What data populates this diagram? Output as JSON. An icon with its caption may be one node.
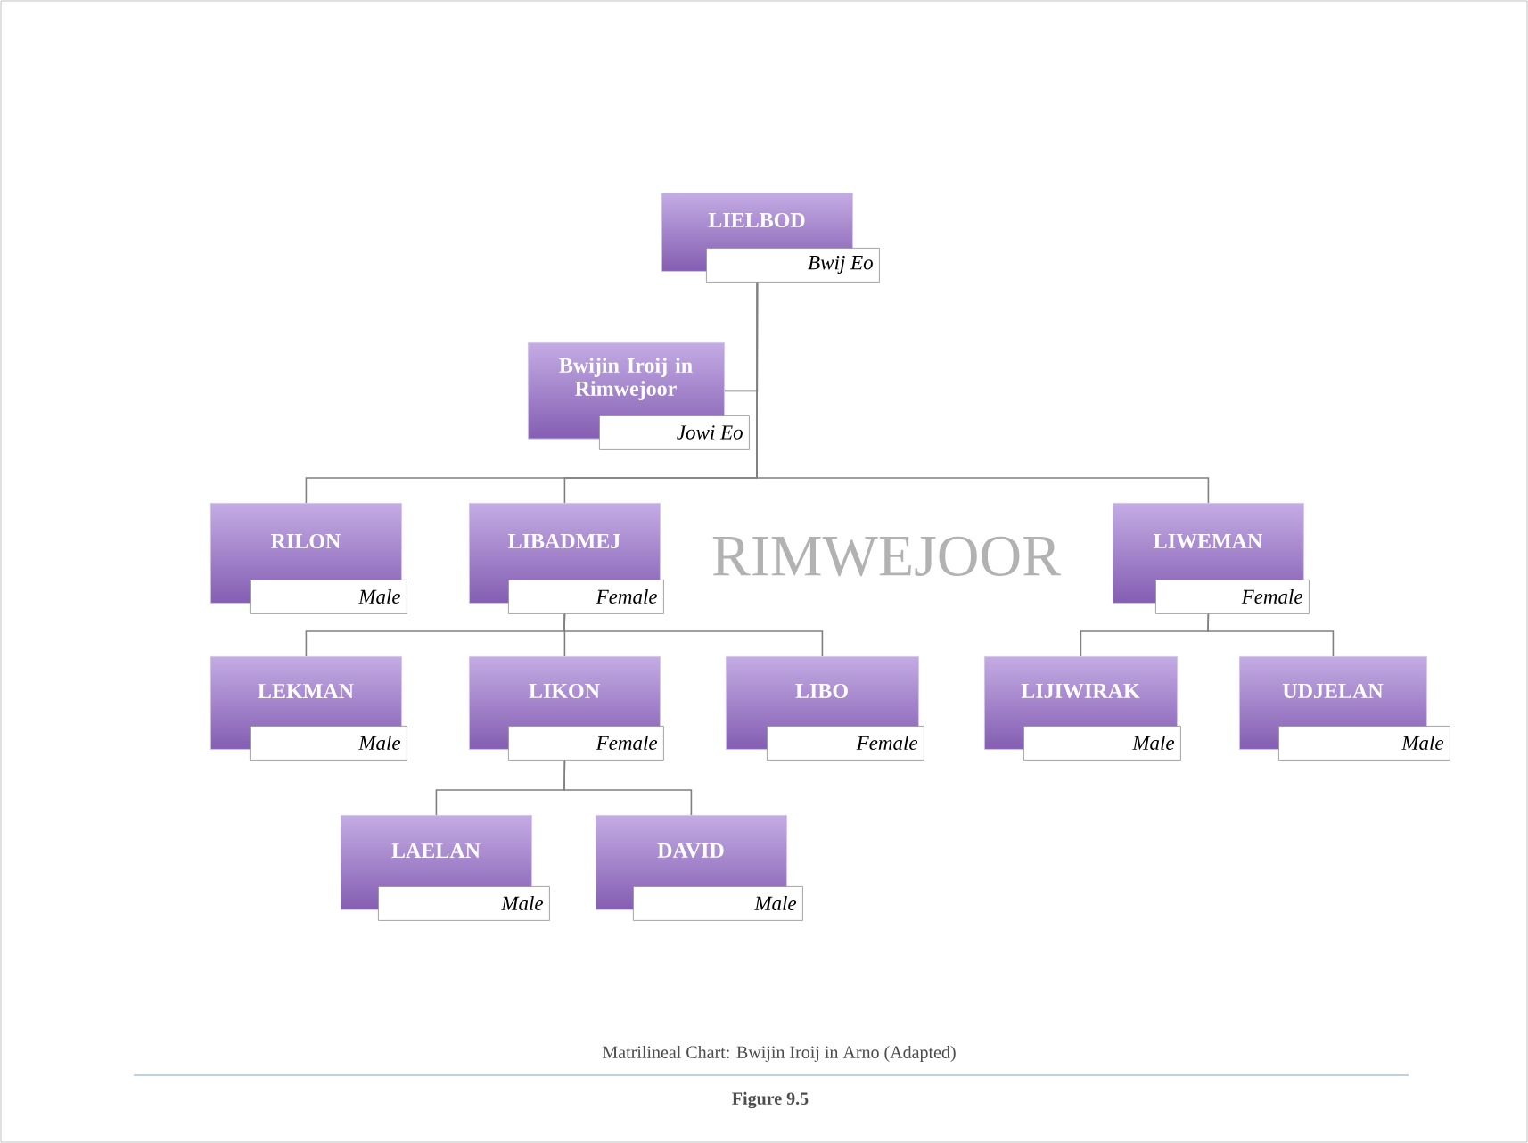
{
  "diagram": {
    "caption": "Matrilineal Chart: Bwijin Iroij in Arno (Adapted)",
    "nodes": [
      {
        "text": [
          "LIELBOD",
          "Bwij Eo"
        ]
      },
      {
        "text": [
          "Bwijin Iroij in Rimwejoor",
          "Jowi Eo"
        ]
      },
      {
        "text": [
          "RILON",
          "Male"
        ]
      },
      {
        "text": [
          "LIBADMEJ",
          "Female"
        ]
      },
      {
        "text": [
          "LIWEMAN",
          "Female"
        ]
      },
      {
        "text": [
          "LEKMAN",
          "Male"
        ]
      },
      {
        "text": [
          "LIKON",
          "Female"
        ]
      },
      {
        "text": [
          "LIBO",
          "Female"
        ]
      },
      {
        "text": [
          "LIJIWIRAK",
          "Male"
        ]
      },
      {
        "text": [
          "UDJELAN",
          "Male"
        ]
      },
      {
        "text": [
          "LAELAN",
          "Male"
        ]
      },
      {
        "text": [
          "DAVID",
          "Male"
        ]
      }
    ],
    "edges": [
      {
        "from": 0,
        "to": 1,
        "arrow": "none"
      },
      {
        "from": 0,
        "to": 2,
        "arrow": "none"
      },
      {
        "from": 0,
        "to": 3,
        "arrow": "none"
      },
      {
        "from": 0,
        "to": 4,
        "arrow": "none"
      },
      {
        "from": 3,
        "to": 5,
        "arrow": "none"
      },
      {
        "from": 3,
        "to": 6,
        "arrow": "none"
      },
      {
        "from": 3,
        "to": 7,
        "arrow": "none"
      },
      {
        "from": 4,
        "to": 8,
        "arrow": "none"
      },
      {
        "from": 4,
        "to": 9,
        "arrow": "none"
      },
      {
        "from": 6,
        "to": 10,
        "arrow": "none"
      },
      {
        "from": 6,
        "to": 11,
        "arrow": "none"
      }
    ],
    "labels": [
      "RIMWEJOOR",
      "Figure 9.5"
    ]
  }
}
